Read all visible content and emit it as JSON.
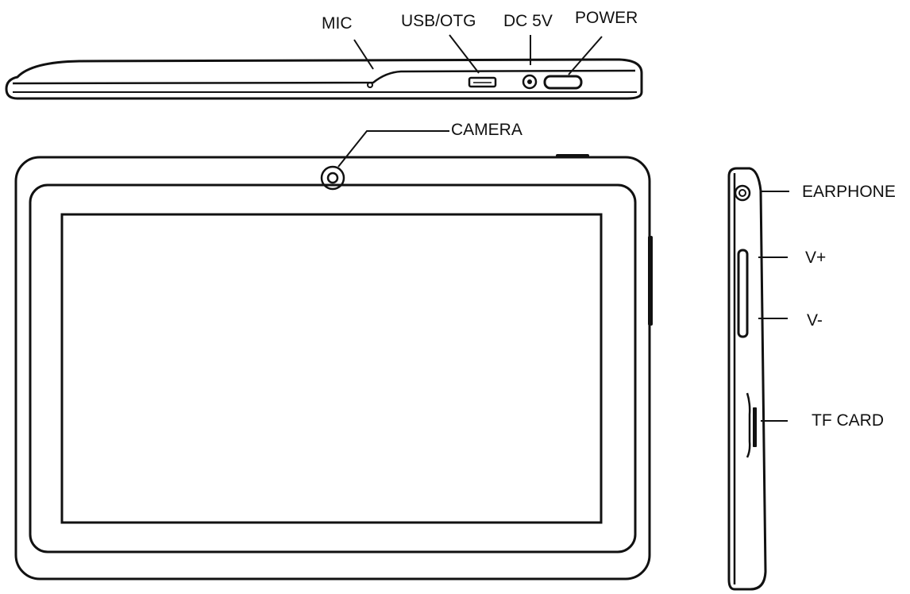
{
  "labels": {
    "mic": "MIC",
    "usb_otg": "USB/OTG",
    "dc_5v": "DC 5V",
    "power": "POWER",
    "camera": "CAMERA",
    "earphone": "EARPHONE",
    "volume_up": "V+",
    "volume_down": "V-",
    "tf_card": "TF CARD"
  },
  "colors": {
    "line": "#111111",
    "background": "#ffffff"
  }
}
